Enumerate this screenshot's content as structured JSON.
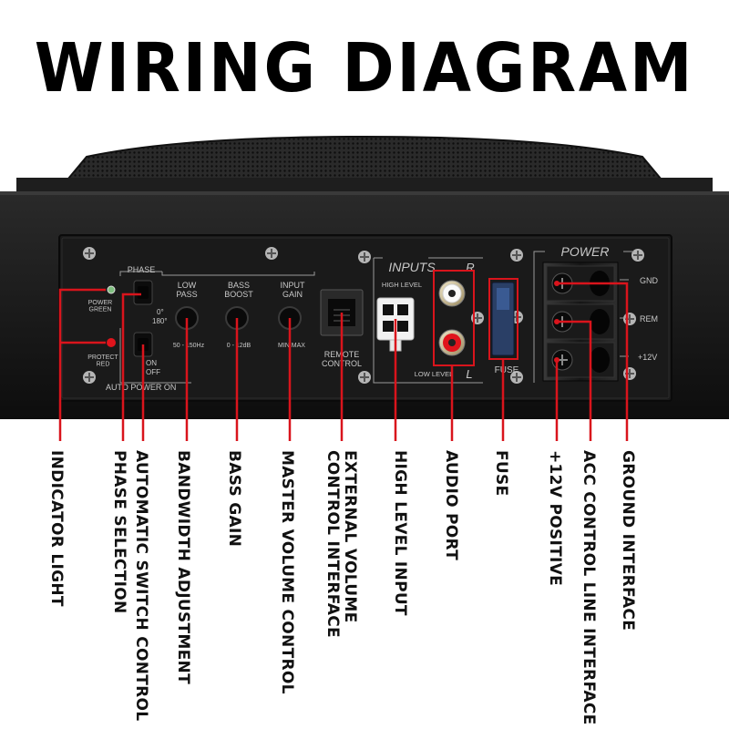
{
  "title": "WIRING DIAGRAM",
  "panel": {
    "phase": "PHASE",
    "power_green": "POWER\nGREEN",
    "protect_red": "PROTECT\nRED",
    "phase_0": "0°",
    "phase_180": "180°",
    "on": "ON",
    "off": "OFF",
    "auto_power_on": "AUTO POWER ON",
    "low_pass": "LOW\nPASS",
    "low_pass_range": "50 - 150Hz",
    "bass_boost": "BASS\nBOOST",
    "bass_boost_range": "0 - 12dB",
    "input_gain": "INPUT\nGAIN",
    "input_gain_range": "MIN  MAX",
    "remote_control": "REMOTE\nCONTROL",
    "inputs": "INPUTS",
    "inputs_r": "R",
    "inputs_l": "L",
    "high_level": "HIGH LEVEL",
    "low_level": "LOW LEVEL",
    "fuse": "FUSE",
    "power": "POWER",
    "gnd": "GND",
    "rem": "REM",
    "plus12v": "+12V"
  },
  "labels": [
    "INDICATOR LIGHT",
    "PHASE SELECTION",
    "AUTOMATIC SWITCH CONTROL",
    "BANDWIDTH ADJUSTMENT",
    "BASS GAIN",
    "MASTER VOLUME CONTROL",
    "EXTERNAL VOLUME\nCONTROL INTERFACE",
    "HIGH LEVEL INPUT",
    "AUDIO PORT",
    "FUSE",
    "+12V POSITIVE",
    "ACC CONTROL LINE INTERFACE",
    "GROUND INTERFACE"
  ],
  "colors": {
    "leader": "#d9141c",
    "panel": "#1c1c1c",
    "panel_text": "#c8c8c8"
  }
}
